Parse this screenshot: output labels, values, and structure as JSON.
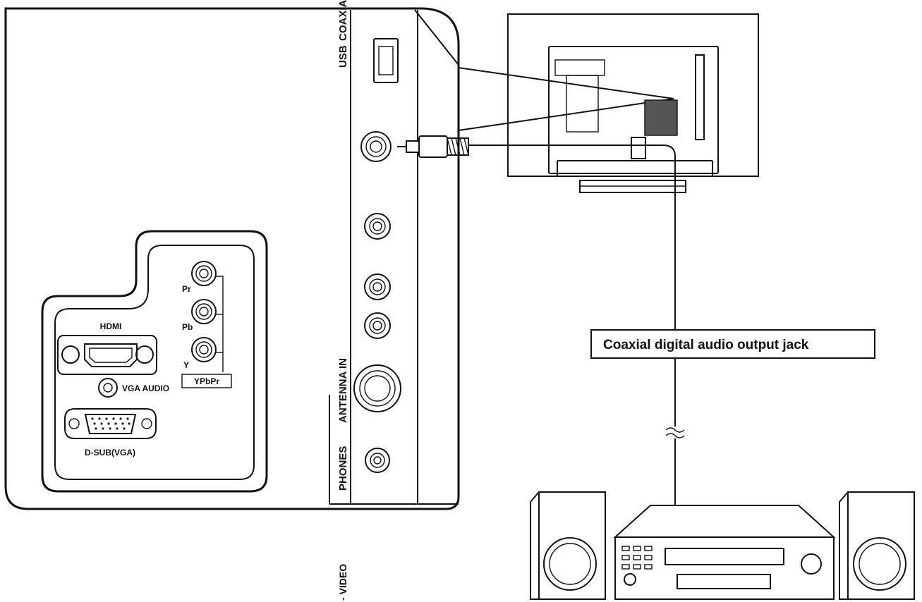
{
  "panel": {
    "side_labels": {
      "usb": "USB",
      "coaxial": "COAXIA",
      "antenna": "ANTENNA IN",
      "phones": "PHONES",
      "video": "- VIDEO"
    },
    "ports": {
      "hdmi": "HDMI",
      "vga_audio": "VGA AUDIO",
      "dsub": "D-SUB(VGA)",
      "pr": "Pr",
      "pb": "Pb",
      "y": "Y",
      "ypbpr": "YPbPr"
    }
  },
  "callout": {
    "label": "Coaxial digital audio output jack"
  },
  "icons": [
    "usb-port-icon",
    "rca-jack-icon",
    "hdmi-port-icon",
    "vga-connector-icon",
    "antenna-jack-icon",
    "coaxial-plug-icon",
    "tv-back-icon",
    "amplifier-icon",
    "speaker-icon",
    "cable-break-icon"
  ],
  "colors": {
    "line": "#111111",
    "background": "#ffffff",
    "tv_panel_fill": "#555555"
  }
}
